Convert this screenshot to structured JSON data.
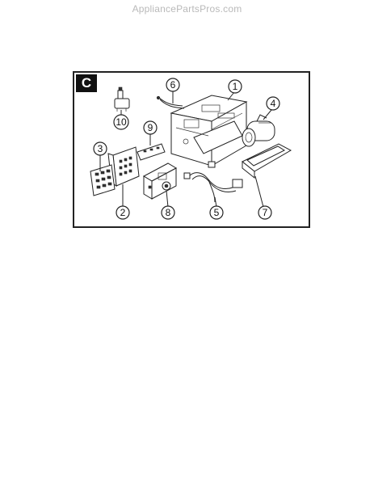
{
  "header": {
    "watermark": "AppliancePartsPros.com"
  },
  "section": {
    "label": "C"
  },
  "callouts": [
    {
      "id": "1",
      "label": "1"
    },
    {
      "id": "2",
      "label": "2"
    },
    {
      "id": "3",
      "label": "3"
    },
    {
      "id": "4",
      "label": "4"
    },
    {
      "id": "5",
      "label": "5"
    },
    {
      "id": "6",
      "label": "6"
    },
    {
      "id": "7",
      "label": "7"
    },
    {
      "id": "8",
      "label": "8"
    },
    {
      "id": "9",
      "label": "9"
    },
    {
      "id": "10",
      "label": "10"
    }
  ]
}
